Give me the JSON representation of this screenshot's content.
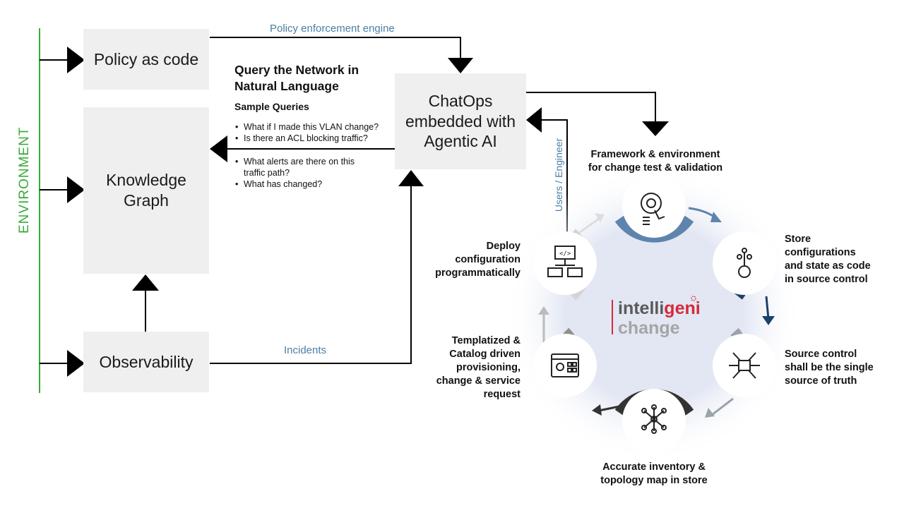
{
  "environment_label": "ENVIRONMENT",
  "boxes": {
    "policy": "Policy as code",
    "knowledge": "Knowledge Graph",
    "observability": "Observability",
    "chatops": "ChatOps embedded with Agentic AI"
  },
  "edge_labels": {
    "policy_engine": "Policy enforcement engine",
    "incidents": "Incidents",
    "users": "Users / Engineer"
  },
  "query": {
    "title_line1": "Query the Network in",
    "title_line2": "Natural Language",
    "subtitle": "Sample Queries",
    "group1": [
      "What if I made this VLAN change?",
      "Is there an ACL blocking traffic?"
    ],
    "group2_item1_line1": "What alerts are there on this",
    "group2_item1_line2": "traffic path?",
    "group2_item2": "What has changed?"
  },
  "cycle_steps": {
    "framework": [
      "Framework & environment",
      "for change test & validation"
    ],
    "store": [
      "Store",
      "configurations",
      "and state as code",
      "in source control"
    ],
    "source": [
      "Source control",
      "shall be the single",
      "source of truth"
    ],
    "inventory": [
      "Accurate inventory &",
      "topology map in store"
    ],
    "templatized": [
      "Templatized &",
      "Catalog driven",
      "provisioning,",
      "change & service",
      "request"
    ],
    "deploy": [
      "Deploy",
      "configuration",
      "programmatically"
    ]
  },
  "brand": {
    "part1": "intelli",
    "part2": "geni",
    "line2": "change"
  },
  "colors": {
    "env_green": "#3caa3c",
    "label_blue": "#4a7fa6",
    "box_gray": "#efefef",
    "brand_red": "#d42a3a"
  }
}
